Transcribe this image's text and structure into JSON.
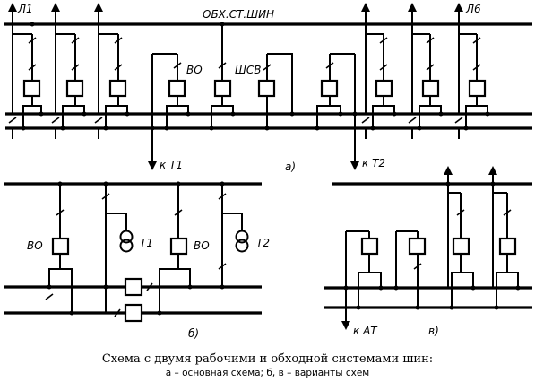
{
  "labels": {
    "bypass_bus": "ОБХ.СТ.ШИН",
    "line_first": "Л1",
    "line_last": "Л6",
    "bypass_breaker": "ВО",
    "coupler_breaker": "ШСВ",
    "to_t1": "к Т1",
    "to_t2": "к Т2",
    "to_at": "к АТ",
    "trafo_1": "Т1",
    "trafo_2": "Т2",
    "panel_a": "а)",
    "panel_b": "б)",
    "panel_c": "в)"
  },
  "caption": {
    "line1": "Схема с двумя рабочими и обходной системами шин:",
    "line2": "а – основная схема; б, в – варианты схем"
  }
}
